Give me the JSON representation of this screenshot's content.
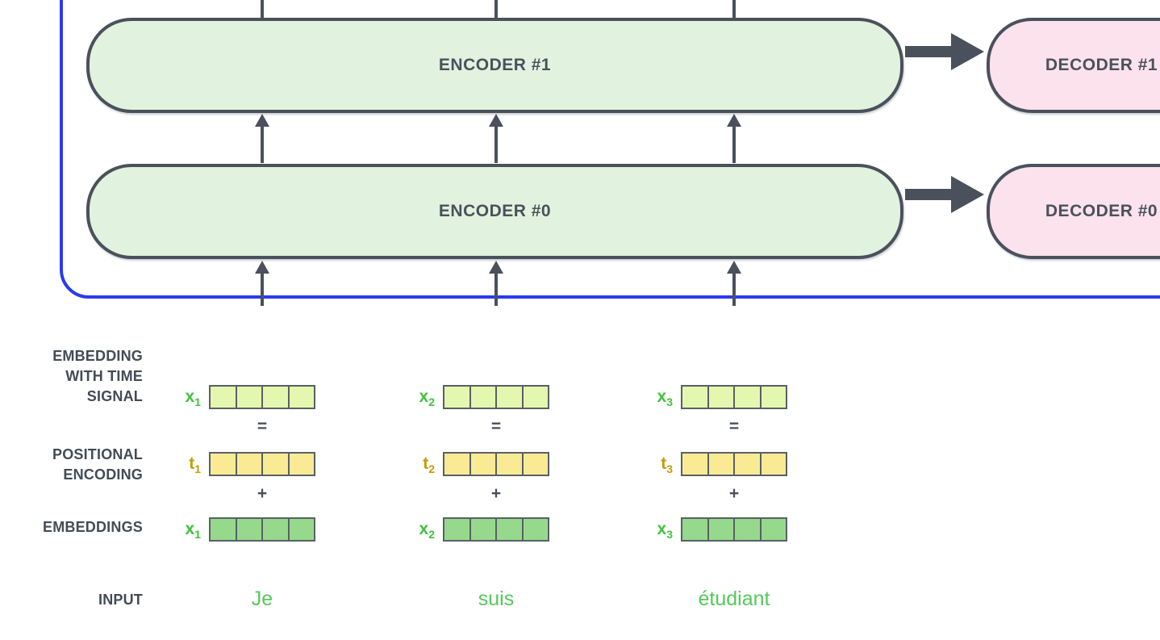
{
  "colors": {
    "slate": "#4a515c",
    "label_gray": "#444b55",
    "encoder_fill": "#e1f2de",
    "decoder_fill": "#fce2ec",
    "blue": "#2a3af0",
    "x_green": "#3fc33c",
    "t_gold": "#c79b04",
    "word_green": "#56c85a",
    "time_cell": "#e4f7af",
    "pos_cell": "#fbea94",
    "emb_cell": "#96d98c",
    "cell_border": "#596066"
  },
  "encoders": [
    {
      "label": "ENCODER #1"
    },
    {
      "label": "ENCODER #0"
    }
  ],
  "decoders": [
    {
      "label": "DECODER #1"
    },
    {
      "label": "DECODER #0"
    }
  ],
  "row_labels": {
    "time_signal": "EMBEDDING\nWITH TIME\nSIGNAL",
    "positional": "POSITIONAL\nENCODING",
    "embeddings": "EMBEDDINGS",
    "input": "INPUT"
  },
  "operators": {
    "equals": "=",
    "plus": "+"
  },
  "columns": [
    {
      "time_base": "x",
      "time_sub": "1",
      "pos_base": "t",
      "pos_sub": "1",
      "emb_base": "x",
      "emb_sub": "1",
      "word": "Je"
    },
    {
      "time_base": "x",
      "time_sub": "2",
      "pos_base": "t",
      "pos_sub": "2",
      "emb_base": "x",
      "emb_sub": "2",
      "word": "suis"
    },
    {
      "time_base": "x",
      "time_sub": "3",
      "pos_base": "t",
      "pos_sub": "3",
      "emb_base": "x",
      "emb_sub": "3",
      "word": "étudiant"
    }
  ]
}
